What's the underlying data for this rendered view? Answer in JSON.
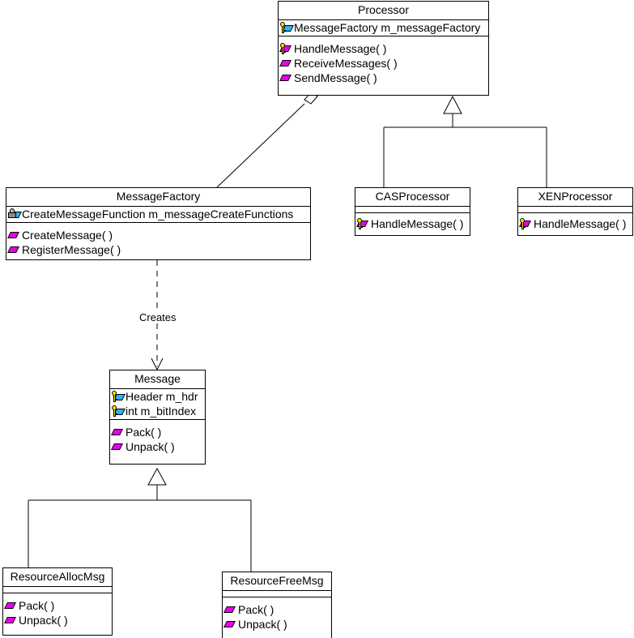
{
  "diagram": {
    "kind": "uml-class-diagram",
    "background": "#ffffff",
    "line_color": "#000000",
    "icon_colors": {
      "operation_diamond": "#e800e8",
      "attribute_diamond": "#30b0f0",
      "key": "#ffe000",
      "lock": "#8c8c8c"
    }
  },
  "classes": {
    "processor": {
      "name": "Processor",
      "attributes": [
        {
          "icon": "key-blue-diamond-icon",
          "text": "MessageFactory m_messageFactory"
        }
      ],
      "operations": [
        {
          "icon": "key-magenta-diamond-icon",
          "text": "HandleMessage( )"
        },
        {
          "icon": "magenta-diamond-icon",
          "text": "ReceiveMessages( )"
        },
        {
          "icon": "magenta-diamond-icon",
          "text": "SendMessage( )"
        }
      ]
    },
    "message_factory": {
      "name": "MessageFactory",
      "attributes": [
        {
          "icon": "lock-blue-diamond-icon",
          "text": "CreateMessageFunction m_messageCreateFunctions"
        }
      ],
      "operations": [
        {
          "icon": "magenta-diamond-icon",
          "text": "CreateMessage( )"
        },
        {
          "icon": "magenta-diamond-icon",
          "text": "RegisterMessage( )"
        }
      ]
    },
    "cas_processor": {
      "name": "CASProcessor",
      "attributes": [],
      "operations": [
        {
          "icon": "key-magenta-diamond-icon",
          "text": "HandleMessage( )"
        }
      ]
    },
    "xen_processor": {
      "name": "XENProcessor",
      "attributes": [],
      "operations": [
        {
          "icon": "key-magenta-diamond-icon",
          "text": "HandleMessage( )"
        }
      ]
    },
    "message": {
      "name": "Message",
      "attributes": [
        {
          "icon": "key-blue-diamond-icon",
          "text": "Header m_hdr"
        },
        {
          "icon": "key-blue-diamond-icon",
          "text": "int m_bitIndex"
        }
      ],
      "operations": [
        {
          "icon": "magenta-diamond-icon",
          "text": "Pack( )"
        },
        {
          "icon": "magenta-diamond-icon",
          "text": "Unpack( )"
        }
      ]
    },
    "resource_alloc_msg": {
      "name": "ResourceAllocMsg",
      "attributes": [],
      "operations": [
        {
          "icon": "magenta-diamond-icon",
          "text": "Pack( )"
        },
        {
          "icon": "magenta-diamond-icon",
          "text": "Unpack( )"
        }
      ]
    },
    "resource_free_msg": {
      "name": "ResourceFreeMsg",
      "attributes": [],
      "operations": [
        {
          "icon": "magenta-diamond-icon",
          "text": "Pack( )"
        },
        {
          "icon": "magenta-diamond-icon",
          "text": "Unpack( )"
        }
      ]
    }
  },
  "relationships": {
    "aggregation_processor_messagefactory": {
      "type": "aggregation",
      "label": ""
    },
    "generalization_processor": {
      "type": "generalization",
      "label": ""
    },
    "dependency_factory_message": {
      "type": "dependency",
      "label": "Creates"
    },
    "generalization_message": {
      "type": "generalization",
      "label": ""
    }
  }
}
